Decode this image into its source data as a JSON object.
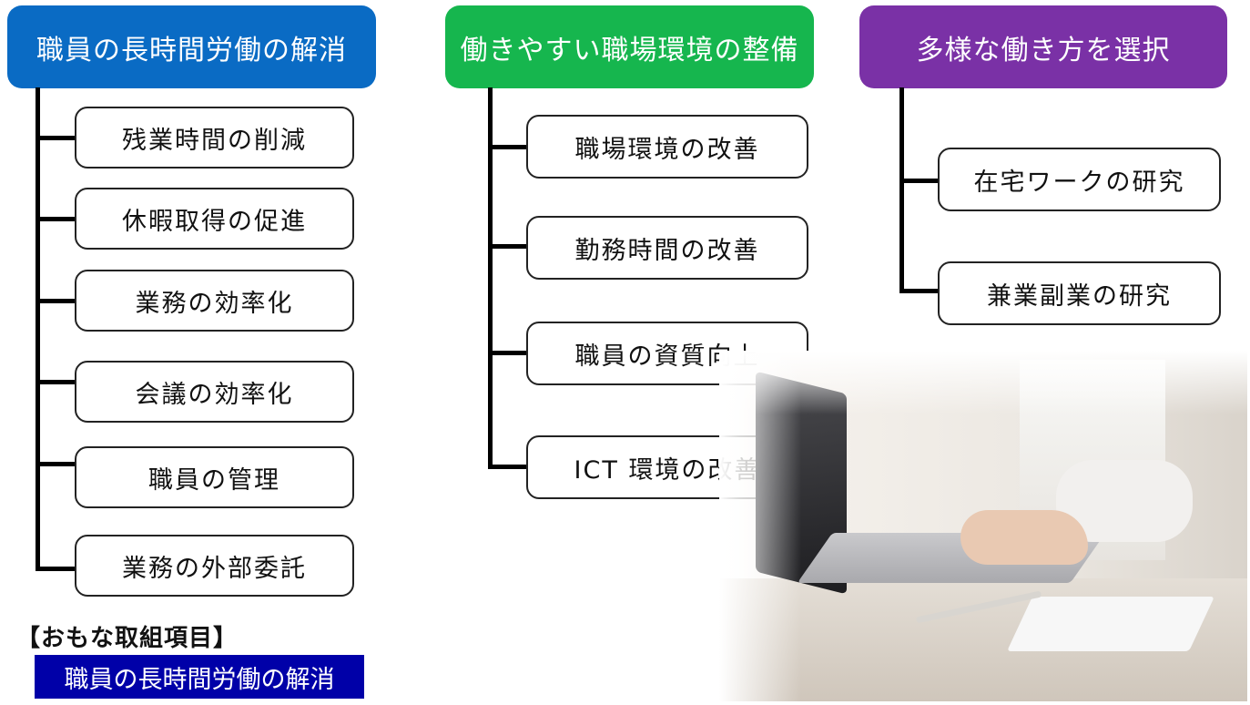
{
  "colors": {
    "long_hours": "#0a6bc4",
    "workplace": "#16b64e",
    "diverse": "#7a31a6",
    "legend_chip": "#0000a8"
  },
  "groups": [
    {
      "header": "職員の長時間労働の解消",
      "items": [
        "残業時間の削減",
        "休暇取得の促進",
        "業務の効率化",
        "会議の効率化",
        "職員の管理",
        "業務の外部委託"
      ]
    },
    {
      "header": "働きやすい職場環境の整備",
      "items": [
        "職場環境の改善",
        "勤務時間の改善",
        "職員の資質向上",
        "ICT 環境の改善"
      ]
    },
    {
      "header": "多様な働き方を選択",
      "items": [
        "在宅ワークの研究",
        "兼業副業の研究"
      ]
    }
  ],
  "notes": {
    "title": "【おもな取組項目】",
    "legend_label": "職員の長時間労働の解消"
  }
}
